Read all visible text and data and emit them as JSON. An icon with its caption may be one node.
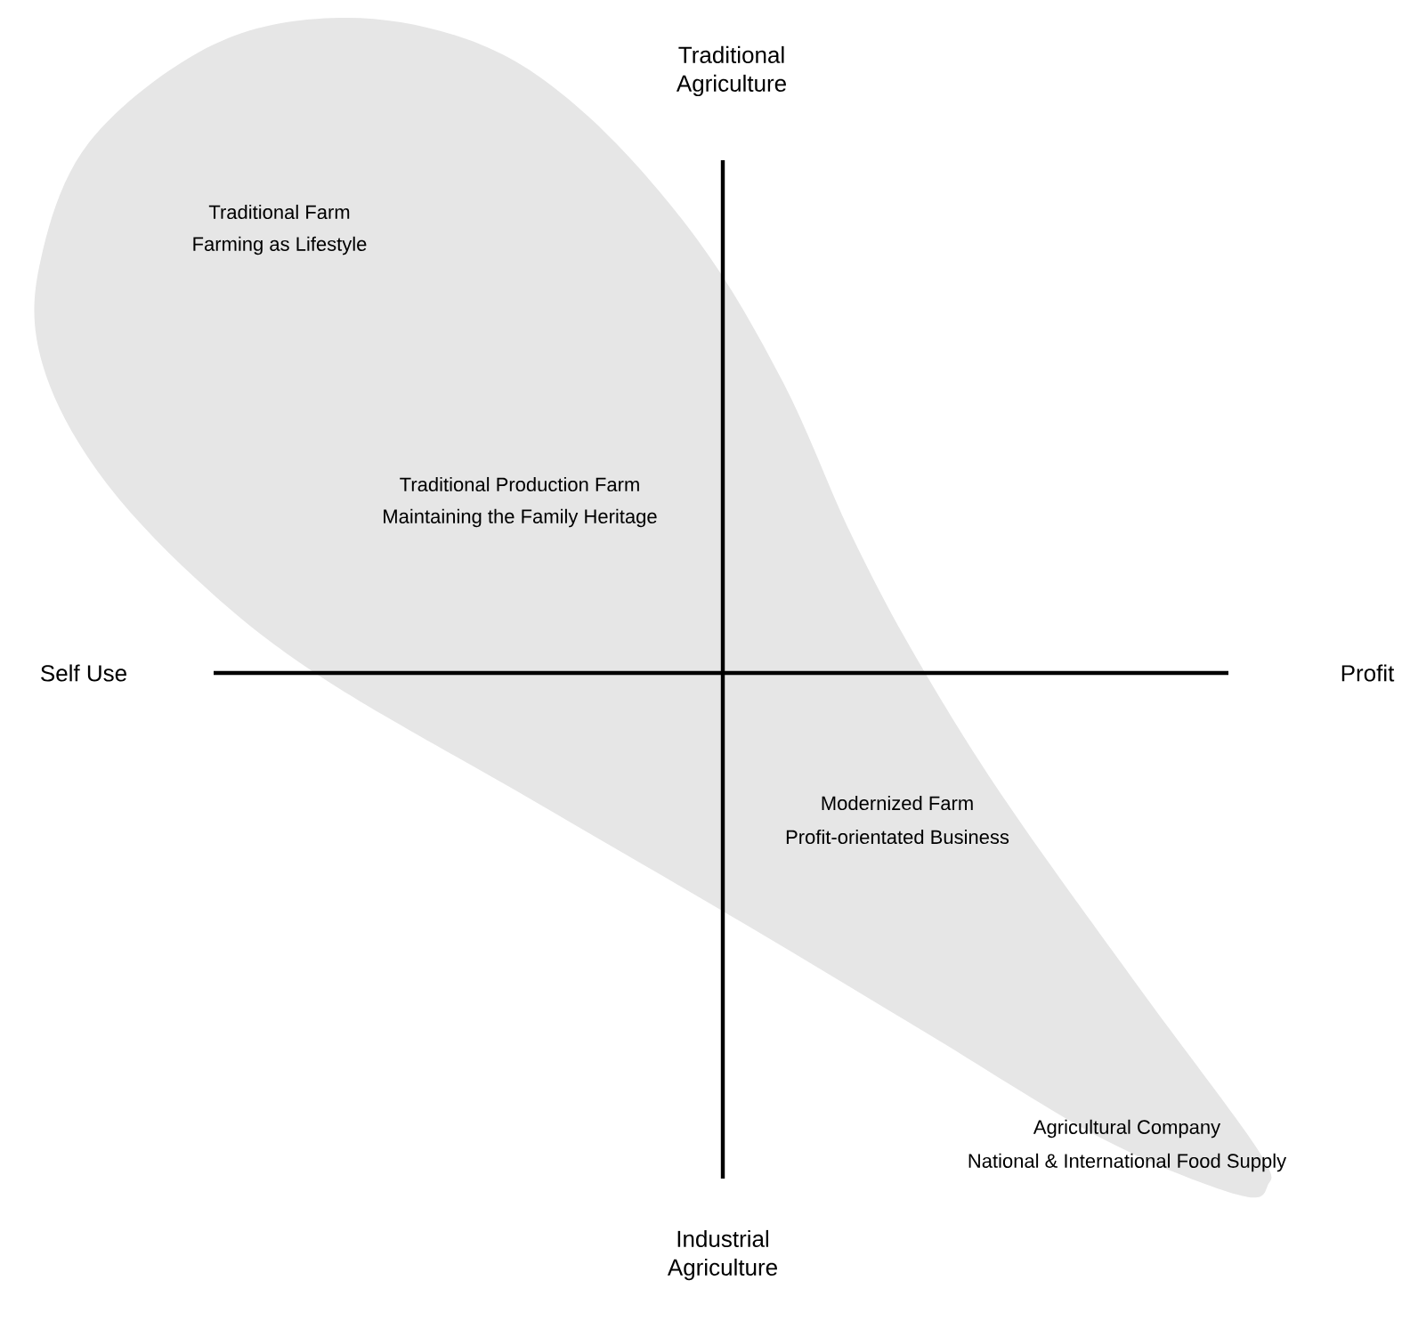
{
  "diagram": {
    "labels": [
      "Traditional Agriculture",
      "Traditional Farm",
      "Farming as Lifestyle",
      "Traditional Production Farm",
      "Maintaining the Family Heritage",
      "Self Use",
      "Profit",
      "Modernized Farm",
      "Profit-orientated Business",
      "Agricultural Company",
      "National & International Food Supply",
      "Industrial Agriculture"
    ]
  }
}
